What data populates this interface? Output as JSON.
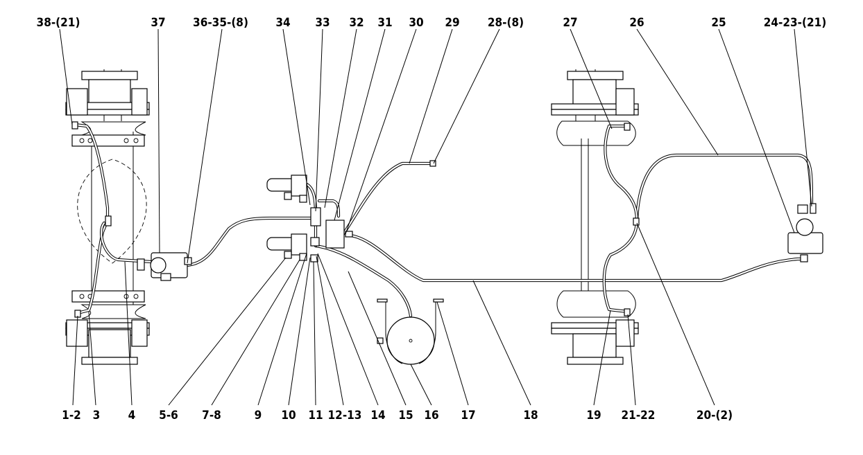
{
  "callouts_top": [
    "38-(21)",
    "37",
    "36-35-(8)",
    "34",
    "33",
    "32",
    "31",
    "30",
    "29",
    "28-(8)",
    "27",
    "26",
    "25",
    "24-23-(21)"
  ],
  "callouts_bottom": [
    "1-2",
    "3",
    "4",
    "5-6",
    "7-8",
    "9",
    "10",
    "11",
    "12-13",
    "14",
    "15",
    "16",
    "17",
    "18",
    "19",
    "21-22",
    "20-(2)"
  ]
}
